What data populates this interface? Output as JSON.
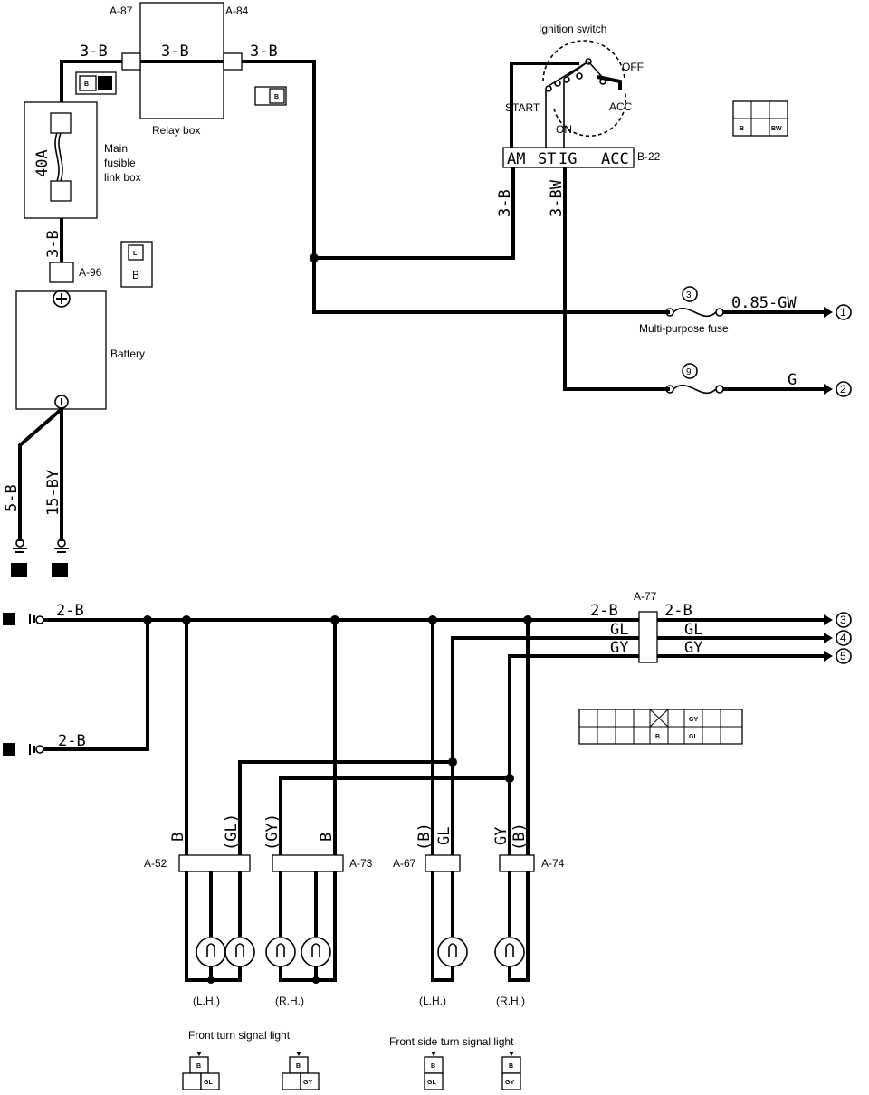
{
  "labels": {
    "a87": "A-87",
    "a84": "A-84",
    "relay_box": "Relay box",
    "main_fusible": [
      "Main",
      "fusible",
      "link box"
    ],
    "fuse_40a": "40A",
    "a96": "A-96",
    "battery": "Battery",
    "ignition_switch": "Ignition switch",
    "off": "OFF",
    "start": "START",
    "acc": "ACC",
    "on": "ON",
    "b22": "B-22",
    "ig_terminals": [
      "AM",
      "ST",
      "IG",
      "ACC"
    ],
    "multi_purpose_fuse": "Multi-purpose fuse",
    "fuse_3": "3",
    "fuse_9": "9",
    "a77": "A-77",
    "a52": "A-52",
    "a73": "A-73",
    "a67": "A-67",
    "a74": "A-74",
    "lh": "(L.H.)",
    "rh": "(R.H.)",
    "front_turn": "Front turn signal light",
    "front_side_turn": "Front side turn signal light"
  },
  "wires": {
    "w3b": "3-B",
    "w3bw": "3-BW",
    "w085gw": "0.85-GW",
    "wg": "G",
    "w5b": "5-B",
    "w15by": "15-BY",
    "w2b": "2-B",
    "wgl": "GL",
    "wgy": "GY",
    "wb": "B",
    "wgl_p": "(GL)",
    "wgy_p": "(GY)",
    "wb_p": "(B)"
  },
  "connector_pins": {
    "b": "B",
    "bw": "BW",
    "l": "L",
    "gl": "GL",
    "gy": "GY"
  },
  "outputs": [
    "1",
    "2",
    "3",
    "4",
    "5"
  ]
}
